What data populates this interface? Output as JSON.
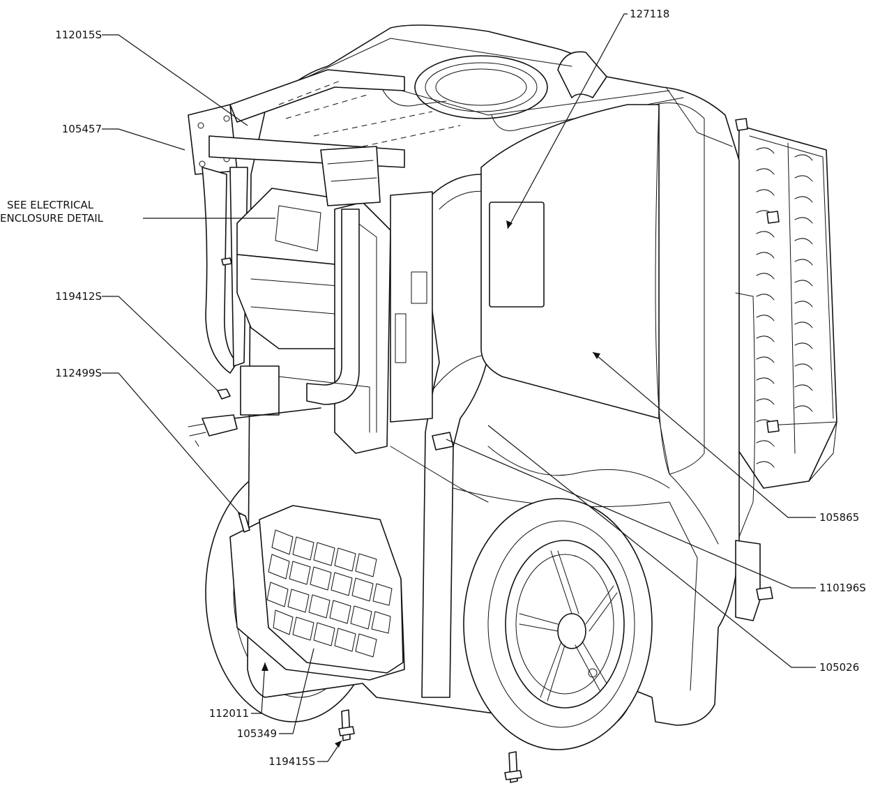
{
  "callouts": {
    "c127118": "127118",
    "c112015S": "112015S",
    "c105457": "105457",
    "see_electrical_line1": "SEE ELECTRICAL",
    "see_electrical_line2": "ENCLOSURE DETAIL",
    "c119412S": "119412S",
    "c112499S": "112499S",
    "c105865": "105865",
    "c110196S": "110196S",
    "c105026": "105026",
    "c112011": "112011",
    "c105349": "105349",
    "c119415S": "119415S"
  }
}
